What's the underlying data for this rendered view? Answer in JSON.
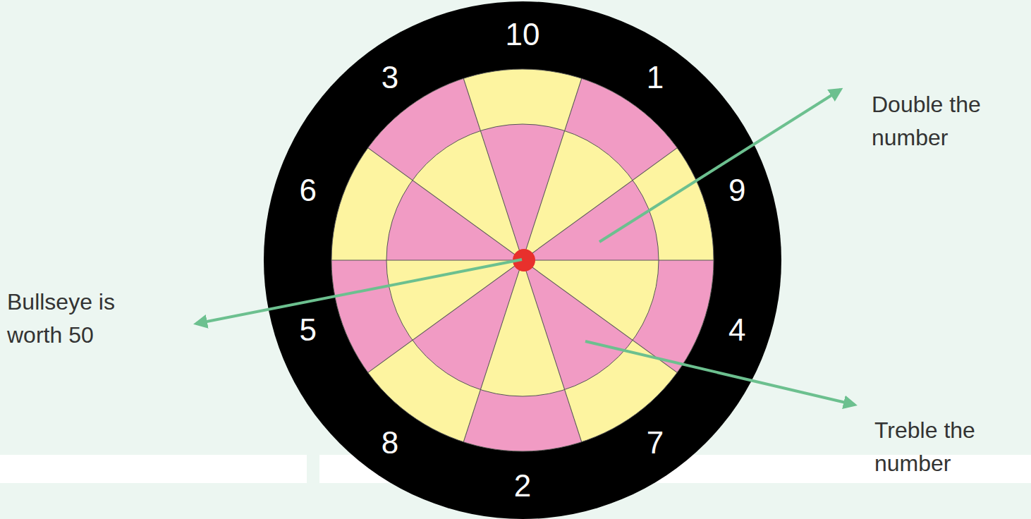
{
  "diagram": {
    "labels": [
      "10",
      "1",
      "9",
      "4",
      "7",
      "2",
      "8",
      "5",
      "6",
      "3",
      "Double the number",
      "Treble the number",
      "Bullseye is worth 50"
    ]
  }
}
